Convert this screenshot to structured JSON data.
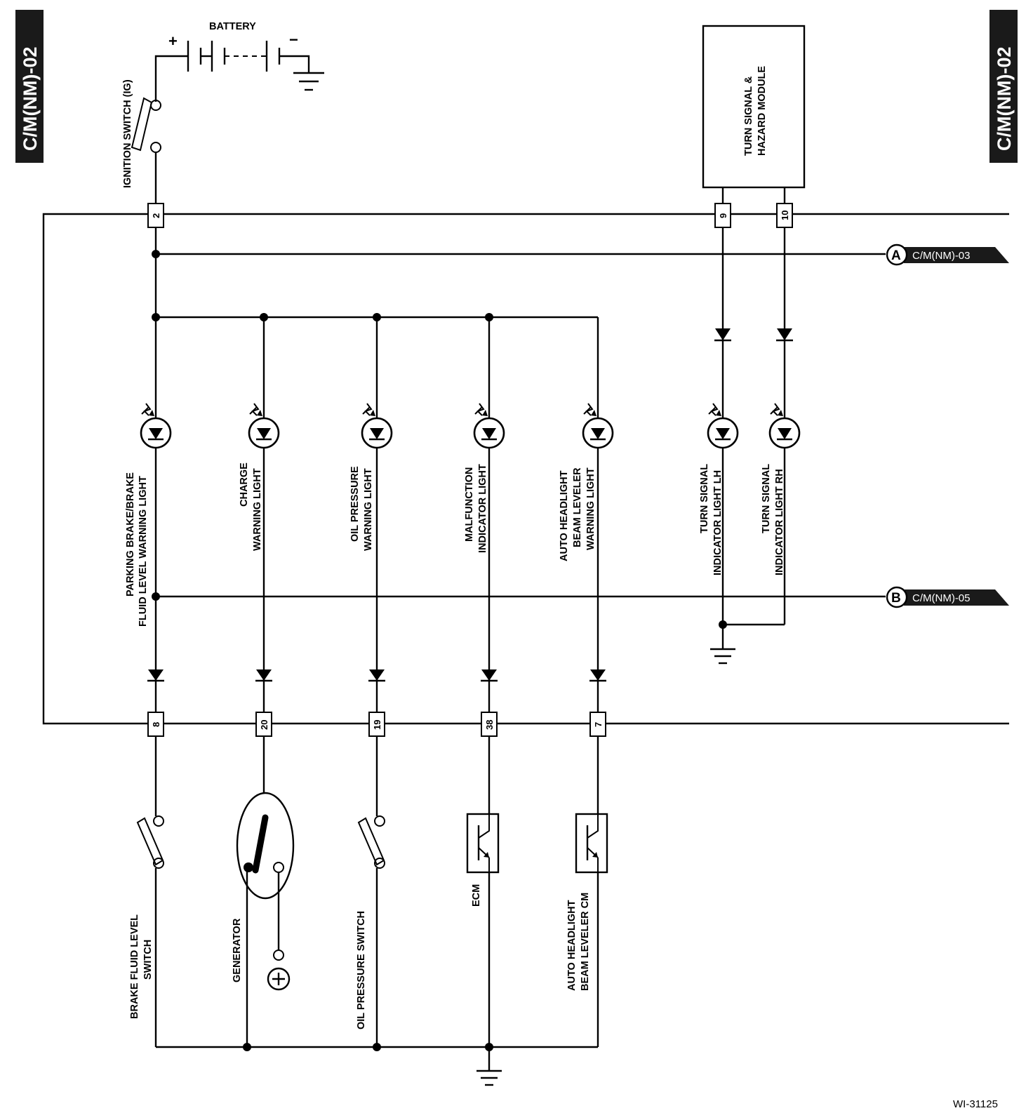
{
  "page_tabs": {
    "left": "C/M(NM)-02",
    "right": "C/M(NM)-02"
  },
  "battery_label": "BATTERY",
  "battery_plus": "+",
  "battery_minus": "−",
  "ignition_label": "IGNITION SWITCH (IG)",
  "module": {
    "line1": "TURN SIGNAL &",
    "line2": "HAZARD MODULE"
  },
  "top_pins": [
    "2",
    "9",
    "10"
  ],
  "bottom_pins": [
    "8",
    "20",
    "19",
    "38",
    "7"
  ],
  "references": [
    {
      "letter": "A",
      "label": "C/M(NM)-03"
    },
    {
      "letter": "B",
      "label": "C/M(NM)-05"
    }
  ],
  "lamps": [
    {
      "line1": "PARKING BRAKE/BRAKE",
      "line2": "FLUID LEVEL WARNING LIGHT",
      "line3": ""
    },
    {
      "line1": "CHARGE",
      "line2": "WARNING LIGHT",
      "line3": ""
    },
    {
      "line1": "OIL PRESSURE",
      "line2": "WARNING LIGHT",
      "line3": ""
    },
    {
      "line1": "MALFUNCTION",
      "line2": "INDICATOR LIGHT",
      "line3": ""
    },
    {
      "line1": "AUTO HEADLIGHT",
      "line2": "BEAM LEVELER",
      "line3": "WARNING LIGHT"
    },
    {
      "line1": "TURN SIGNAL",
      "line2": "INDICATOR LIGHT LH",
      "line3": ""
    },
    {
      "line1": "TURN SIGNAL",
      "line2": "INDICATOR LIGHT RH",
      "line3": ""
    }
  ],
  "components": {
    "brake_switch": {
      "line1": "BRAKE FLUID LEVEL",
      "line2": "SWITCH"
    },
    "generator": "GENERATOR",
    "oil_switch": "OIL PRESSURE SWITCH",
    "ecm": "ECM",
    "leveler_cm": {
      "line1": "AUTO HEADLIGHT",
      "line2": "BEAM LEVELER CM"
    }
  },
  "figure_id": "WI-31125"
}
